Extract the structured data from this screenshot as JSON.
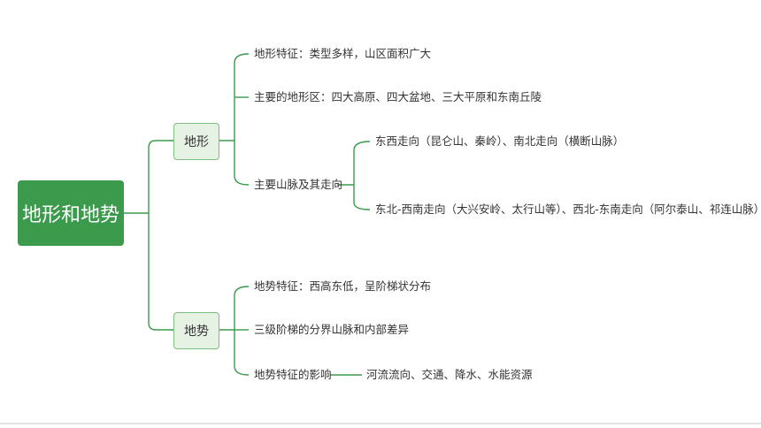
{
  "root": "地形和地势",
  "branches": [
    {
      "label": "地形",
      "items": [
        "地形特征：类型多样，山区面积广大",
        "主要的地形区：四大高原、四大盆地、三大平原和东南丘陵",
        "主要山脉及其走向"
      ],
      "mountains": [
        "东西走向（昆仑山、秦岭）、南北走向（横断山脉）",
        "东北-西南走向（大兴安岭、太行山等）、西北-东南走向（阿尔泰山、祁连山脉）"
      ]
    },
    {
      "label": "地势",
      "items": [
        "地势特征：西高东低，呈阶梯状分布",
        "三级阶梯的分界山脉和内部差异",
        "地势特征的影响"
      ],
      "influence": "河流流向、交通、降水、水能资源"
    }
  ]
}
